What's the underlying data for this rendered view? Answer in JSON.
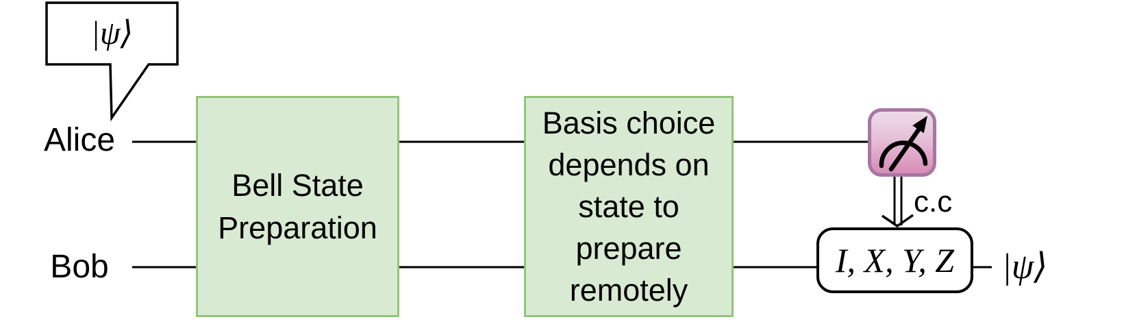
{
  "colors": {
    "canvas_bg": "#ffffff",
    "wire": "#000000",
    "green_fill": "#d9ead3",
    "green_border": "#93c47d",
    "meter_border": "#a876a3",
    "meter_fill_top": "#eedbe9",
    "meter_fill_mid": "#e5bfd7",
    "meter_fill_bottom": "#d88cb6",
    "text": "#000000"
  },
  "diagram": {
    "input_bubble": {
      "label": "|ψ⟩"
    },
    "alice": {
      "label": "Alice"
    },
    "bob": {
      "label": "Bob"
    },
    "bell_box": {
      "label": "Bell State\nPreparation"
    },
    "basis_box": {
      "label": "Basis choice\ndepends on\nstate to\nprepare\nremotely"
    },
    "measurement_icon": "gauge-meter",
    "classical_channel": {
      "label": "c.c"
    },
    "correction_box": {
      "label": "I, X, Y, Z"
    },
    "output": {
      "label": "|ψ⟩"
    }
  }
}
